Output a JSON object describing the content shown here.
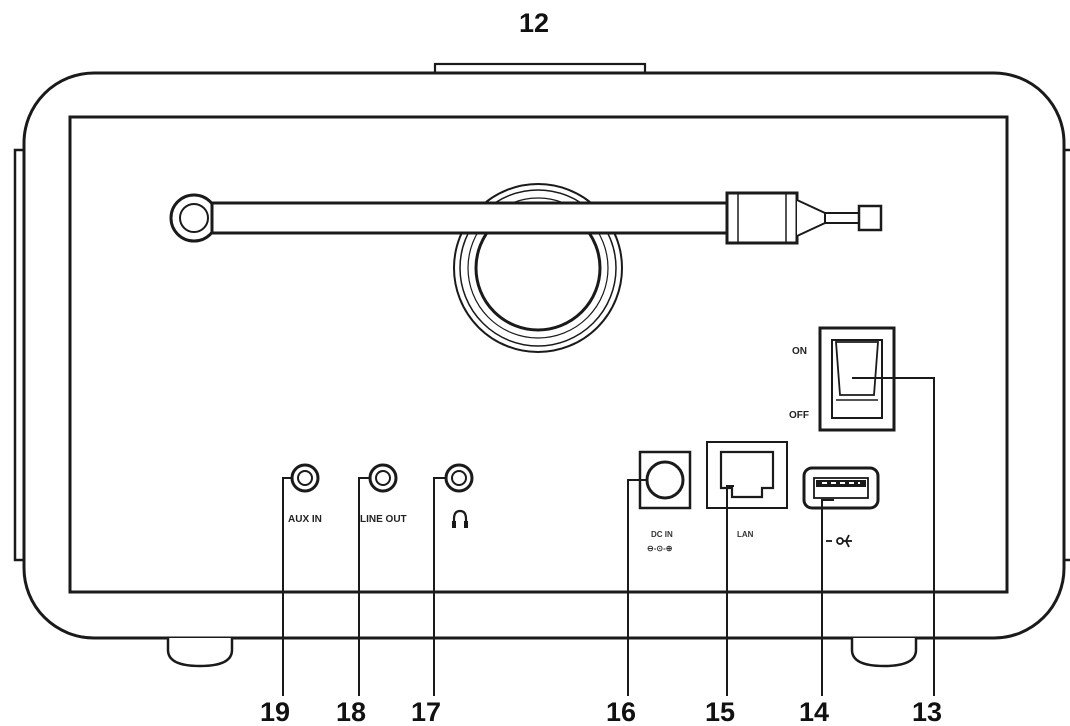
{
  "callouts": {
    "antenna": "12",
    "power_switch": "13",
    "usb": "14",
    "lan": "15",
    "dc_in": "16",
    "headphone": "17",
    "line_out": "18",
    "aux_in": "19"
  },
  "labels": {
    "switch_on": "ON",
    "switch_off": "OFF",
    "aux_in": "AUX IN",
    "line_out": "LINE OUT",
    "dc_in_line1": "DC IN",
    "dc_in_line2": "⊖-⊙-⊕",
    "lan": "LAN"
  },
  "icons": {
    "headphone": "headphone-icon",
    "usb": "usb-icon"
  },
  "colors": {
    "line": "#1a1a1a",
    "fill": "#ffffff"
  }
}
